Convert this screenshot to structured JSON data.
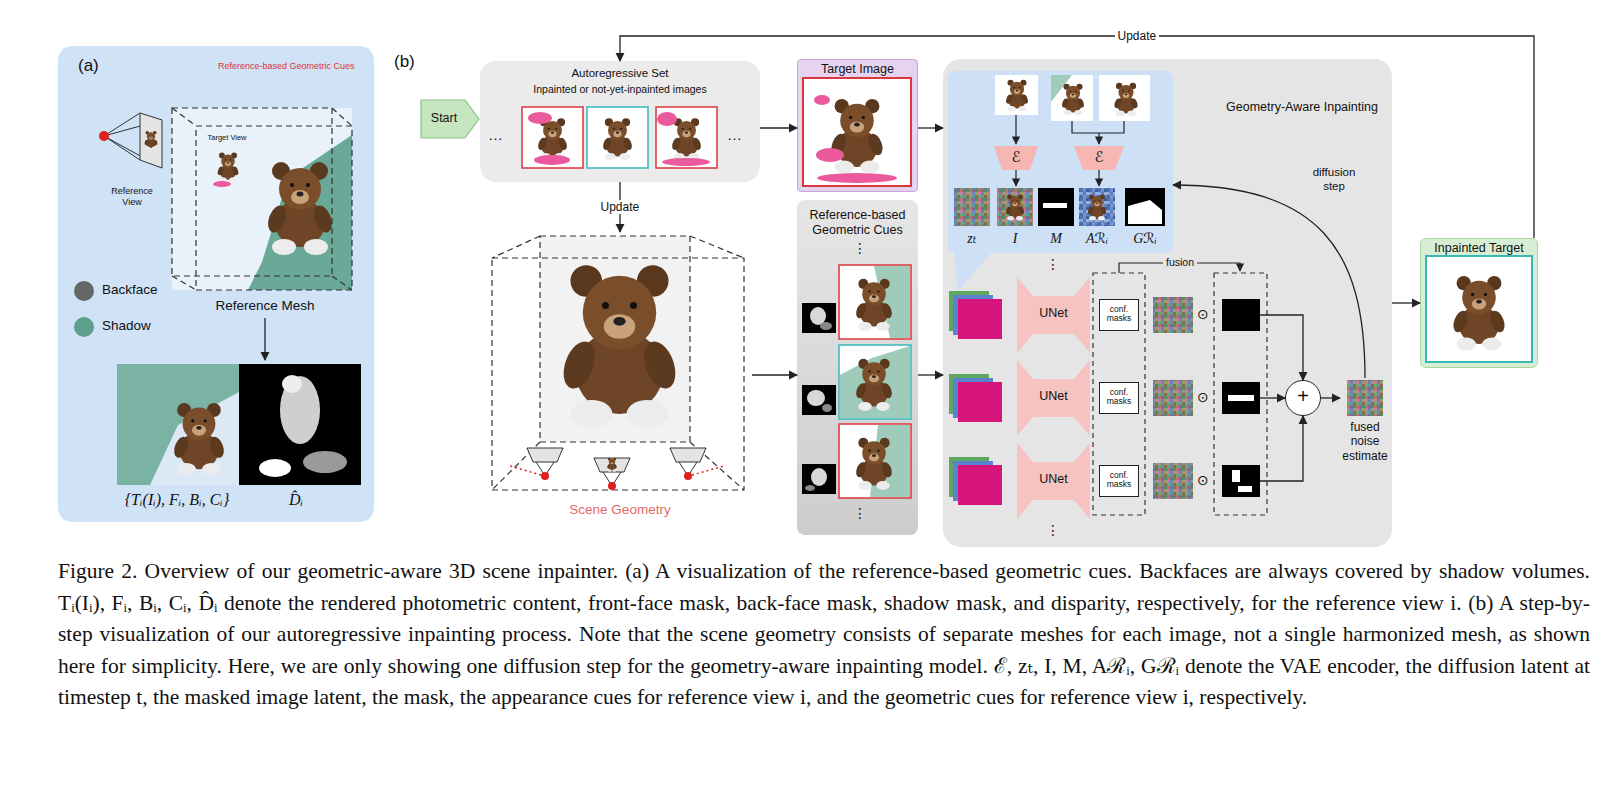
{
  "diagram": {
    "caption": "Figure 2. Overview of our geometric-aware 3D scene inpainter. (a) A visualization of the reference-based geometric cues. Backfaces are always covered by shadow volumes. Tᵢ(Iᵢ), Fᵢ, Bᵢ, Cᵢ, D̂ᵢ denote the rendered photometric content, front-face mask, back-face mask, shadow mask, and disparity, respectively, for the reference view i. (b) A step-by-step visualization of our autoregressive inpainting process. Note that the scene geometry consists of separate meshes for each image, not a single harmonized mesh, as shown here for simplicity. Here, we are only showing one diffusion step for the geometry-aware inpainting model. ℰ, zₜ, I, M, Aℛᵢ, Gℛᵢ denote the VAE encoder, the diffusion latent at timestep t, the masked image latent, the mask, the appearance cues for reference view i, and the geometric cues for reference view i, respectively.",
    "nodes": [
      {
        "text": [
          "(a)",
          "Reference-based Geometric Cues"
        ]
      },
      {
        "text": [
          "Reference Mesh"
        ],
        "in": 0
      },
      {
        "text": [
          "Target View"
        ],
        "in": 1
      },
      {
        "text": [
          "{Tᵢ(Iᵢ), Fᵢ, Bᵢ, Cᵢ}",
          "D̂ᵢ"
        ],
        "in": 0
      },
      {
        "text": [
          "Start"
        ]
      },
      {
        "text": [
          "Autoregressive Set",
          "Inpainted or not-yet-inpainted images"
        ]
      },
      {
        "text": [
          "Target Image"
        ]
      },
      {
        "text": [
          "Scene Geometry"
        ]
      },
      {
        "text": [
          "Reference-based Geometric Cues"
        ]
      },
      {
        "text": [
          "Geometry-Aware Inpainting"
        ]
      },
      {
        "text": [
          "zₜ",
          "I",
          "M",
          "Aℛᵢ",
          "Gℛᵢ"
        ],
        "in": 9
      },
      {
        "text": [
          "ℰ"
        ],
        "in": 10
      },
      {
        "text": [
          "ℰ"
        ],
        "in": 10
      },
      {
        "text": [
          "UNet"
        ],
        "in": 9
      },
      {
        "text": [
          "conf. masks"
        ],
        "in": 9
      },
      {
        "text": [
          "UNet"
        ],
        "in": 9
      },
      {
        "text": [
          "conf. masks"
        ],
        "in": 9
      },
      {
        "text": [
          "UNet"
        ],
        "in": 9
      },
      {
        "text": [
          "conf. masks"
        ],
        "in": 9
      },
      {
        "text": [
          "+"
        ],
        "in": 9
      },
      {
        "text": [
          "fused noise estimate"
        ],
        "in": 9
      },
      {
        "text": [
          "Inpainted Target"
        ]
      }
    ],
    "edges": [
      {
        "from": 1,
        "to": 3,
        "arrow": "to"
      },
      {
        "from": 5,
        "to": 6,
        "arrow": "to"
      },
      {
        "from": 6,
        "to": 9,
        "arrow": "to"
      },
      {
        "from": 5,
        "to": 7,
        "label": "Update",
        "arrow": "to"
      },
      {
        "from": 7,
        "to": 8,
        "arrow": "to"
      },
      {
        "from": 8,
        "to": 9,
        "arrow": "to"
      },
      {
        "from": 19,
        "to": 20,
        "arrow": "to"
      },
      {
        "from": 20,
        "to": 10,
        "label": "diffusion step",
        "arrow": "to"
      },
      {
        "from": 9,
        "to": 21,
        "arrow": "to"
      },
      {
        "from": 21,
        "to": 5,
        "label": "Update",
        "arrow": "to"
      }
    ],
    "labels": [
      "Reference View",
      "(b)",
      "…",
      "…",
      "⋮",
      "⋮",
      "fusion",
      "⋮",
      "⊙",
      "⊙",
      "⊙",
      "⋮"
    ],
    "legend": [
      {
        "text": "Backface",
        "color": "#666666"
      },
      {
        "text": "Shadow",
        "color": "#5e9e8d"
      }
    ]
  }
}
